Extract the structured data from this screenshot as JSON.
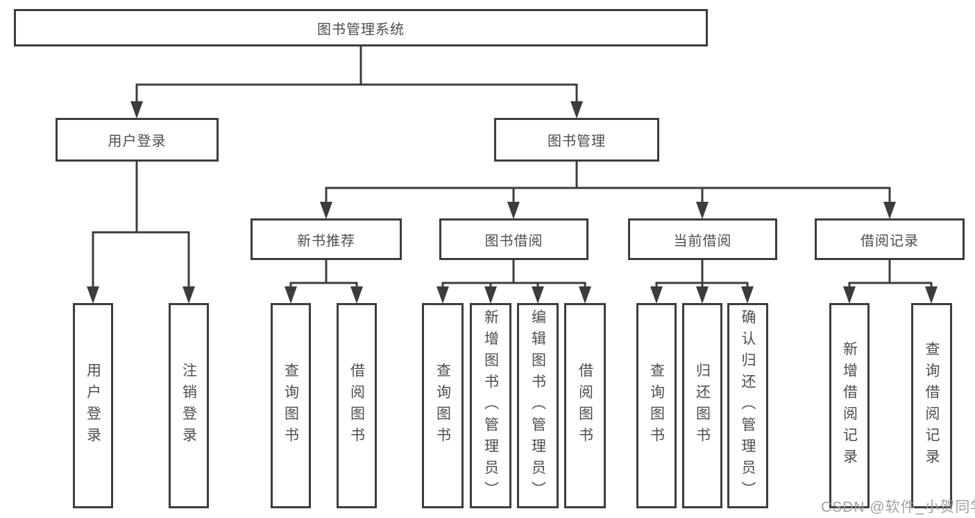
{
  "tree": {
    "label": "图书管理系统",
    "children": [
      {
        "label": "用户登录",
        "children": [
          {
            "label": "用户登录"
          },
          {
            "label": "注销登录"
          }
        ]
      },
      {
        "label": "图书管理",
        "children": [
          {
            "label": "新书推荐",
            "children": [
              {
                "label": "查询图书"
              },
              {
                "label": "借阅图书"
              }
            ]
          },
          {
            "label": "图书借阅",
            "children": [
              {
                "label": "查询图书"
              },
              {
                "label": "新增图书（管理员）"
              },
              {
                "label": "编辑图书（管理员）"
              },
              {
                "label": "借阅图书"
              }
            ]
          },
          {
            "label": "当前借阅",
            "children": [
              {
                "label": "查询图书"
              },
              {
                "label": "归还图书"
              },
              {
                "label": "确认归还（管理员）"
              }
            ]
          },
          {
            "label": "借阅记录",
            "children": [
              {
                "label": "新增借阅记录"
              },
              {
                "label": "查询借阅记录"
              }
            ]
          }
        ]
      }
    ]
  },
  "watermark": {
    "text": "CSDN @软件_小贺同学"
  },
  "colors": {
    "line": "#3c3c3c",
    "node_text": "#4d4d4d",
    "watermark_text": "#9f9f9f",
    "background": "#ffffff"
  }
}
